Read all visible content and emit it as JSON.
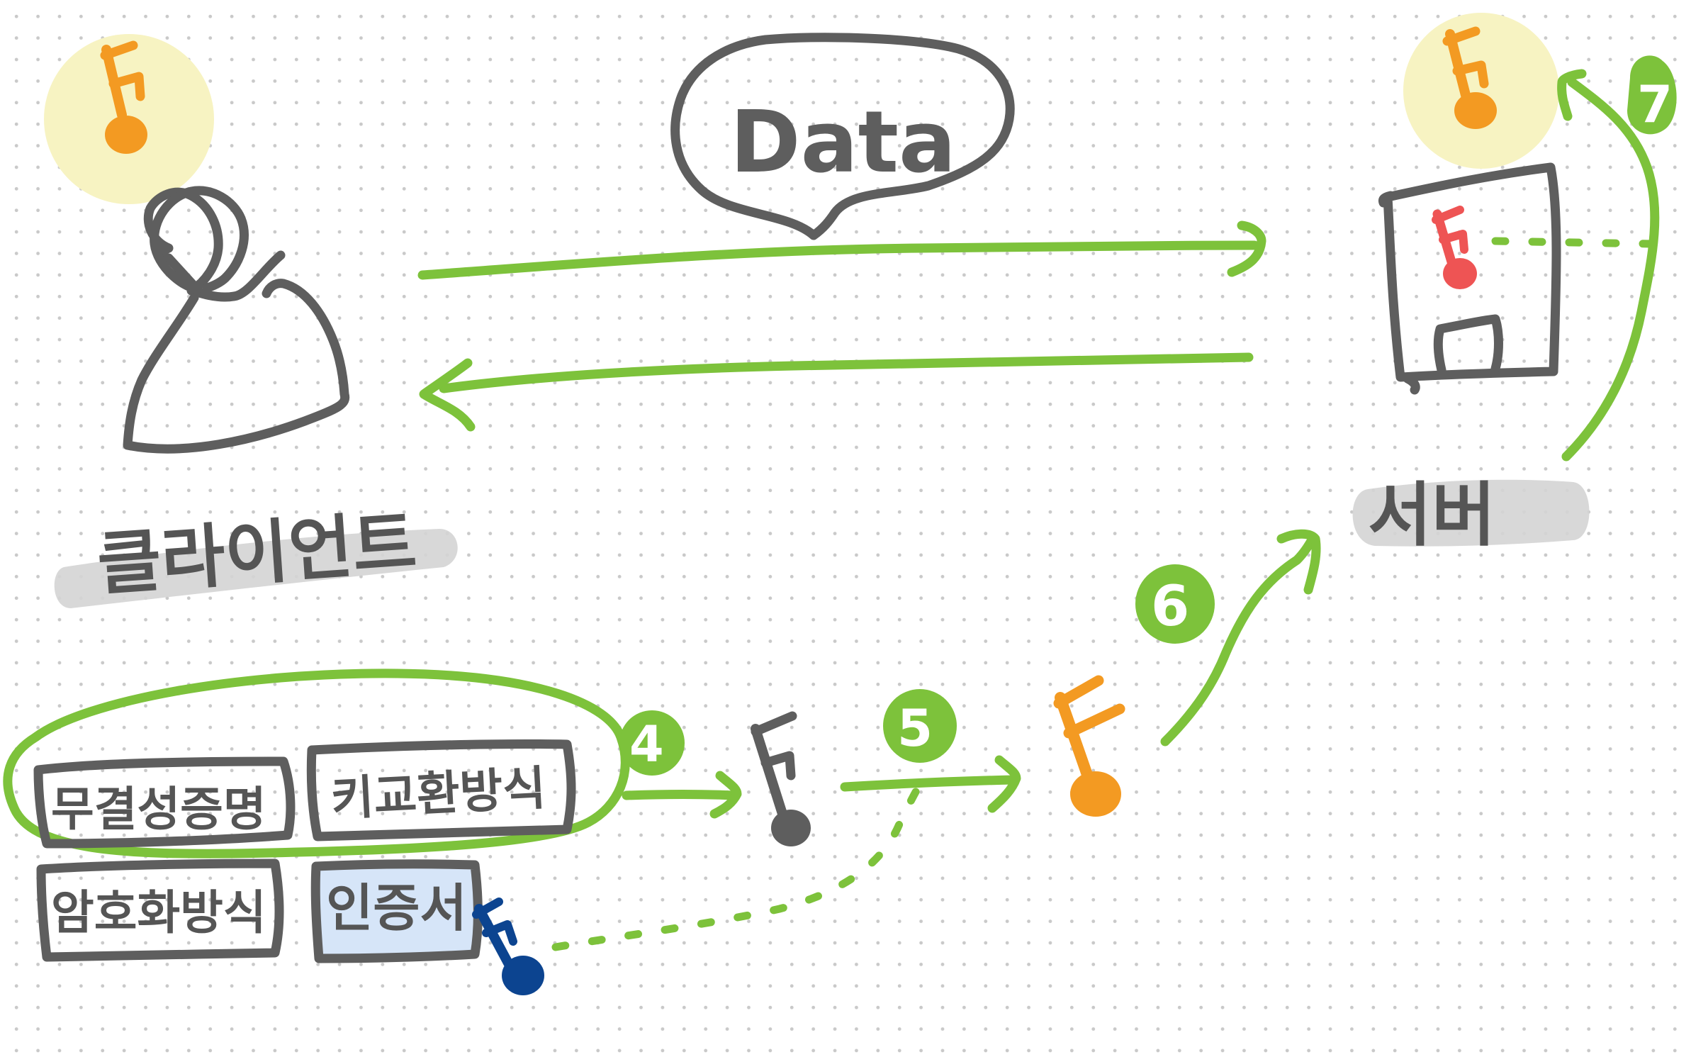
{
  "labels": {
    "client": "클라이언트",
    "server": "서버",
    "data_bubble": "Data",
    "boxes": [
      "무결성증명",
      "암호화방식",
      "인증서"
    ],
    "box_partial": "키교환방식"
  },
  "step_numbers": {
    "four": "4",
    "five": "5",
    "six": "6",
    "seven": "7"
  },
  "colors": {
    "ink": "#5e5e5e",
    "green": "#7dc23b",
    "orange": "#f39a22",
    "red": "#ee5454",
    "navy": "#0c4490",
    "highlight_yellow": "#f7f3c2",
    "highlight_gray": "#d4d4d4",
    "cert_fill": "#d6e5f8"
  },
  "icons": [
    "music-note-icon",
    "person-icon",
    "server-icon",
    "speech-bubble-icon"
  ]
}
